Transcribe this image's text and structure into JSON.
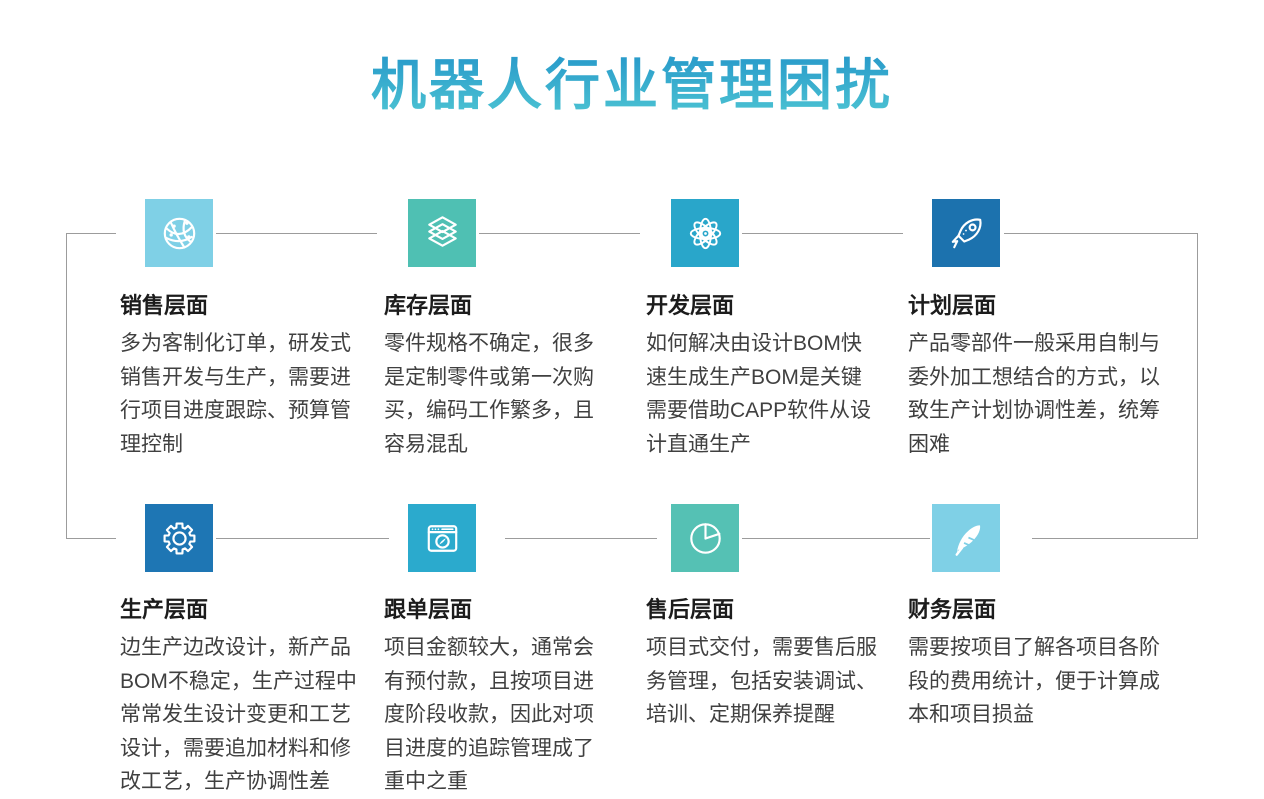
{
  "page": {
    "title": "机器人行业管理困扰"
  },
  "colors": {
    "title_gradient_top": "#1F90C8",
    "title_gradient_bottom": "#4FC6D3",
    "connector_line": "#9C9C9C",
    "heading_text": "#1C1C1C",
    "body_text": "#404040"
  },
  "items": [
    {
      "key": "sales",
      "icon": "globe-network-icon",
      "tile_color": "#7FD0E6",
      "title": "销售层面",
      "body": "多为客制化订单，研发式销售开发与生产，需要进行项目进度跟踪、预算管理控制"
    },
    {
      "key": "inventory",
      "icon": "layers-icon",
      "tile_color": "#4FC0B3",
      "title": "库存层面",
      "body": "零件规格不确定，很多是定制零件或第一次购买，编码工作繁多，且容易混乱"
    },
    {
      "key": "development",
      "icon": "atom-icon",
      "tile_color": "#29A6CA",
      "title": "开发层面",
      "body": "如何解决由设计BOM快速生成生产BOM是关键需要借助CAPP软件从设计直通生产"
    },
    {
      "key": "planning",
      "icon": "rocket-icon",
      "tile_color": "#1C72AE",
      "title": "计划层面",
      "body": "产品零部件一般采用自制与委外加工想结合的方式，以致生产计划协调性差，统筹困难"
    },
    {
      "key": "production",
      "icon": "gear-icon",
      "tile_color": "#1E76B4",
      "title": "生产层面",
      "body": "边生产边改设计，新产品BOM不稳定，生产过程中常常发生设计变更和工艺设计，需要追加材料和修改工艺，生产协调性差"
    },
    {
      "key": "order-tracking",
      "icon": "browser-compass-icon",
      "tile_color": "#2BAACD",
      "title": "跟单层面",
      "body": "项目金额较大，通常会有预付款，且按项目进度阶段收款，因此对项目进度的追踪管理成了重中之重"
    },
    {
      "key": "after-sales",
      "icon": "pie-chart-icon",
      "tile_color": "#55C1B4",
      "title": "售后层面",
      "body": "项目式交付，需要售后服务管理，包括安装调试、培训、定期保养提醒"
    },
    {
      "key": "finance",
      "icon": "feather-icon",
      "tile_color": "#7FD0E6",
      "title": "财务层面",
      "body": "需要按项目了解各项目各阶段的费用统计，便于计算成本和项目损益"
    }
  ]
}
